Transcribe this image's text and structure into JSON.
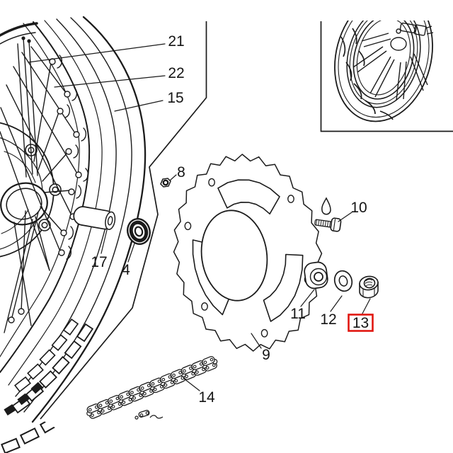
{
  "diagram": {
    "kind": "exploded-parts-line-drawing",
    "background": "#ffffff",
    "line_color": "#1b1b1b",
    "highlight": {
      "color": "#e11710",
      "selected_callout": "13"
    },
    "callouts": {
      "c21": {
        "label": "21",
        "highlighted": false
      },
      "c22": {
        "label": "22",
        "highlighted": false
      },
      "c15": {
        "label": "15",
        "highlighted": false
      },
      "c8": {
        "label": "8",
        "highlighted": false
      },
      "c10": {
        "label": "10",
        "highlighted": false
      },
      "c17": {
        "label": "17",
        "highlighted": false
      },
      "c4": {
        "label": "4",
        "highlighted": false
      },
      "c11": {
        "label": "11",
        "highlighted": false
      },
      "c12": {
        "label": "12",
        "highlighted": false
      },
      "c13": {
        "label": "13",
        "highlighted": true
      },
      "c9": {
        "label": "9",
        "highlighted": false
      },
      "c14": {
        "label": "14",
        "highlighted": false
      }
    }
  }
}
